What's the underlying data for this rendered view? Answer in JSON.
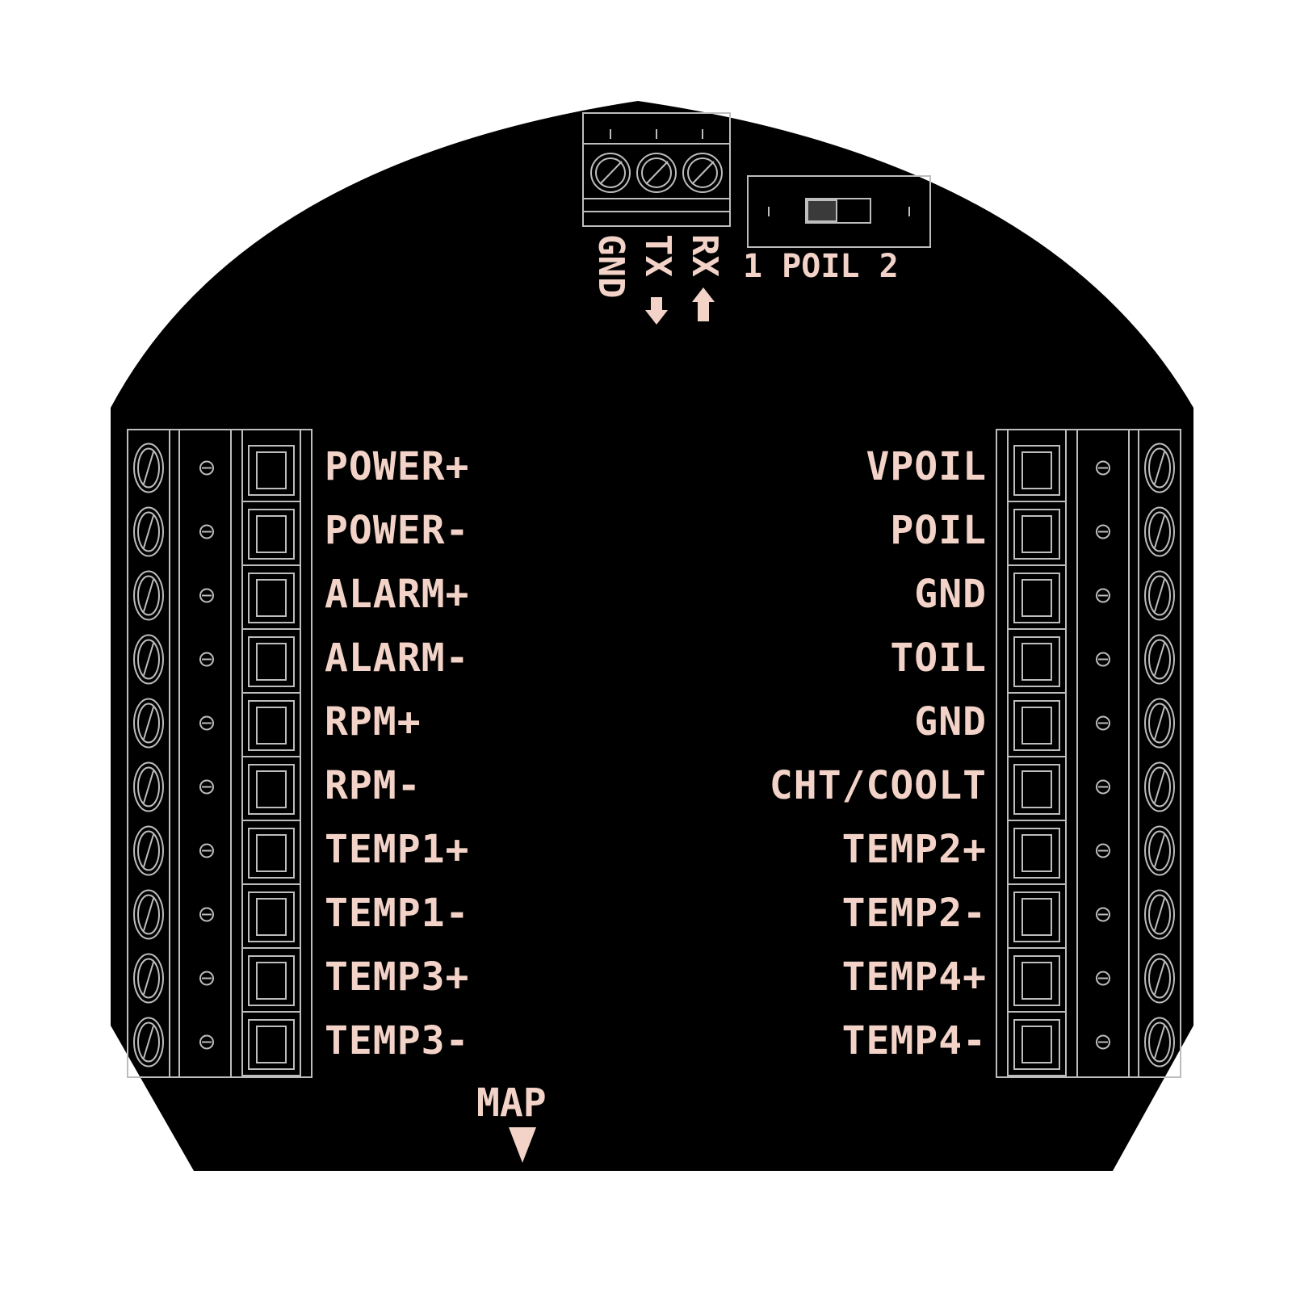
{
  "colors": {
    "board": "#000000",
    "silkscreen": "#f3d3c8",
    "outline": "#bdbdbd",
    "background": "#ffffff"
  },
  "top_connector": {
    "labels": [
      "GND",
      "TX",
      "RX"
    ],
    "arrows": [
      "down-arrow-icon",
      "up-arrow-icon"
    ]
  },
  "switch": {
    "label": "1 POIL 2"
  },
  "left_terminal": {
    "pins": [
      "POWER+",
      "POWER-",
      "ALARM+",
      "ALARM-",
      "RPM+",
      "RPM-",
      "TEMP1+",
      "TEMP1-",
      "TEMP3+",
      "TEMP3-"
    ]
  },
  "right_terminal": {
    "pins": [
      "VPOIL",
      "POIL",
      "GND",
      "TOIL",
      "GND",
      "CHT/COOLT",
      "TEMP2+",
      "TEMP2-",
      "TEMP4+",
      "TEMP4-"
    ]
  },
  "map_port": {
    "label": "MAP"
  }
}
